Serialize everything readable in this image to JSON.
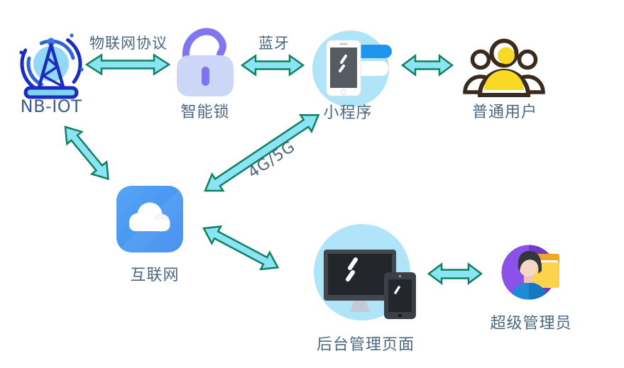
{
  "diagram": {
    "title": "IoT smart-lock system architecture",
    "colors": {
      "background": "#ffffff",
      "arrow_fill": "#8be4f3",
      "arrow_stroke": "#0f8160",
      "label_text": "#4d6780",
      "nbiot_navy": "#1b2dc0",
      "lock_purple": "#8175f0",
      "lock_body": "#ccd7f8",
      "circle_cyan": "#b0e5f9",
      "cloud_blue": "#3b8aee",
      "user_yellow": "#f9d923",
      "admin_purple": "#8a52e8",
      "bubble_blue": "#1e96f0"
    },
    "nodes": {
      "nb_iot": {
        "label": "NB-IOT",
        "icon": "radio-tower-icon"
      },
      "smart_lock": {
        "label": "智能锁",
        "icon": "padlock-icon"
      },
      "mini_program": {
        "label": "小程序",
        "icon": "phone-chat-icon"
      },
      "ordinary_user": {
        "label": "普通用户",
        "icon": "users-group-icon"
      },
      "internet": {
        "label": "互联网",
        "icon": "cloud-icon"
      },
      "backend_page": {
        "label": "后台管理页面",
        "icon": "monitor-tablet-icon"
      },
      "super_admin": {
        "label": "超级管理员",
        "icon": "admin-folder-icon"
      }
    },
    "edges": {
      "nbiot_smartlock": {
        "label": "物联网协议",
        "from": "NB-IOT",
        "to": "智能锁",
        "style": "double-arrow"
      },
      "smartlock_miniprogram": {
        "label": "蓝牙",
        "from": "智能锁",
        "to": "小程序",
        "style": "double-arrow"
      },
      "miniprogram_user": {
        "label": "",
        "from": "小程序",
        "to": "普通用户",
        "style": "double-arrow"
      },
      "internet_nbiot": {
        "label": "",
        "from": "互联网",
        "to": "NB-IOT",
        "style": "double-arrow"
      },
      "internet_miniprogram": {
        "label": "4G/5G",
        "from": "互联网",
        "to": "小程序",
        "style": "double-arrow"
      },
      "internet_backend": {
        "label": "",
        "from": "互联网",
        "to": "后台管理页面",
        "style": "double-arrow"
      },
      "backend_admin": {
        "label": "",
        "from": "后台管理页面",
        "to": "超级管理员",
        "style": "double-arrow"
      }
    }
  }
}
